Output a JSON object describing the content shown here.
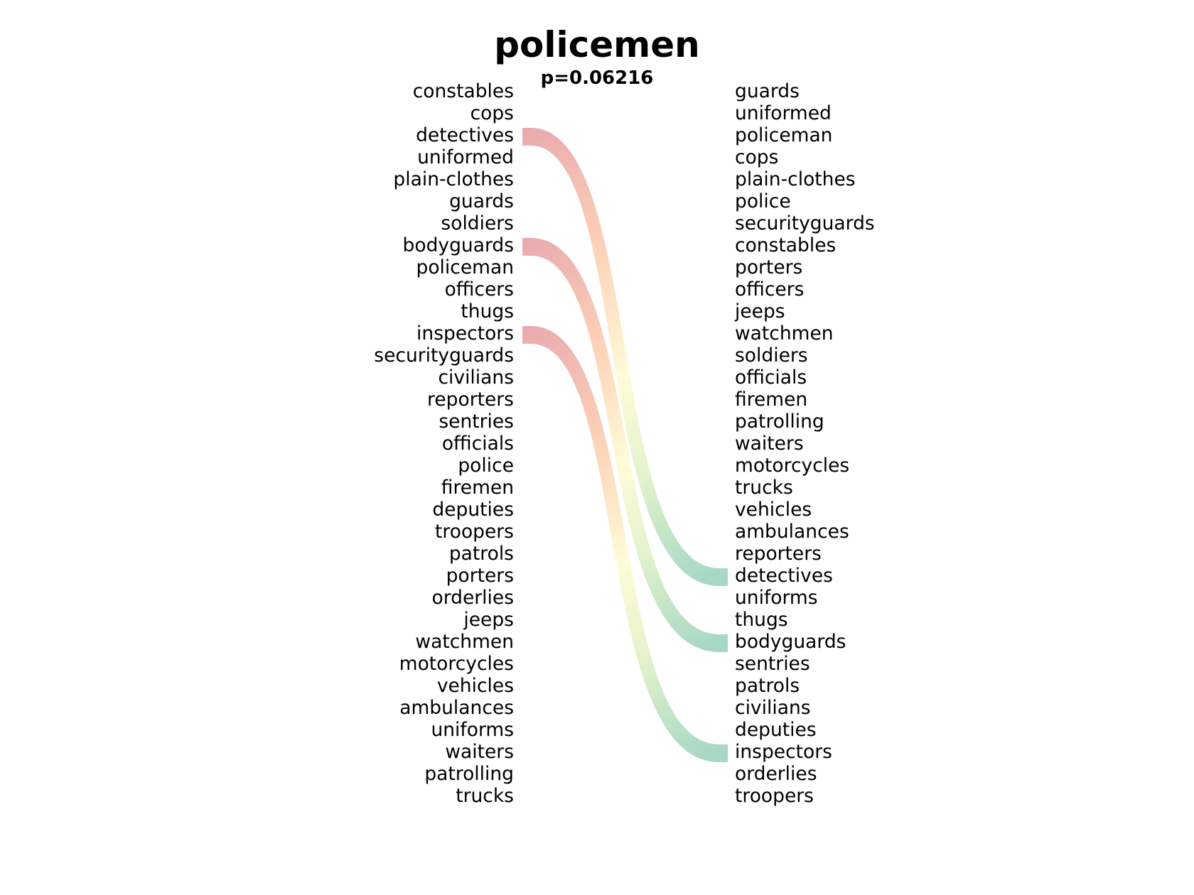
{
  "title": "policemen",
  "subtitle": "p=0.06216",
  "left_words": [
    "constables",
    "cops",
    "detectives",
    "uniformed",
    "plain-clothes",
    "guards",
    "soldiers",
    "bodyguards",
    "policeman",
    "officers",
    "thugs",
    "inspectors",
    "securityguards",
    "civilians",
    "reporters",
    "sentries",
    "officials",
    "police",
    "firemen",
    "deputies",
    "troopers",
    "patrols",
    "porters",
    "orderlies",
    "jeeps",
    "watchmen",
    "motorcycles",
    "vehicles",
    "ambulances",
    "uniforms",
    "waiters",
    "patrolling",
    "trucks"
  ],
  "right_words": [
    "guards",
    "uniformed",
    "policeman",
    "cops",
    "plain-clothes",
    "police",
    "securityguards",
    "constables",
    "porters",
    "officers",
    "jeeps",
    "watchmen",
    "soldiers",
    "officials",
    "firemen",
    "patrolling",
    "waiters",
    "motorcycles",
    "trucks",
    "vehicles",
    "ambulances",
    "reporters",
    "detectives",
    "uniforms",
    "thugs",
    "bodyguards",
    "sentries",
    "patrols",
    "civilians",
    "deputies",
    "inspectors",
    "orderlies",
    "troopers"
  ],
  "links": [
    {
      "from": "detectives",
      "to": "detectives"
    },
    {
      "from": "bodyguards",
      "to": "bodyguards"
    },
    {
      "from": "inspectors",
      "to": "inspectors"
    }
  ],
  "colors": {
    "link_start": "#e8a9ae",
    "link_mid1": "#fdd3b8",
    "link_mid2": "#fffbd8",
    "link_mid3": "#e4f3cc",
    "link_end": "#a7d8c4"
  }
}
